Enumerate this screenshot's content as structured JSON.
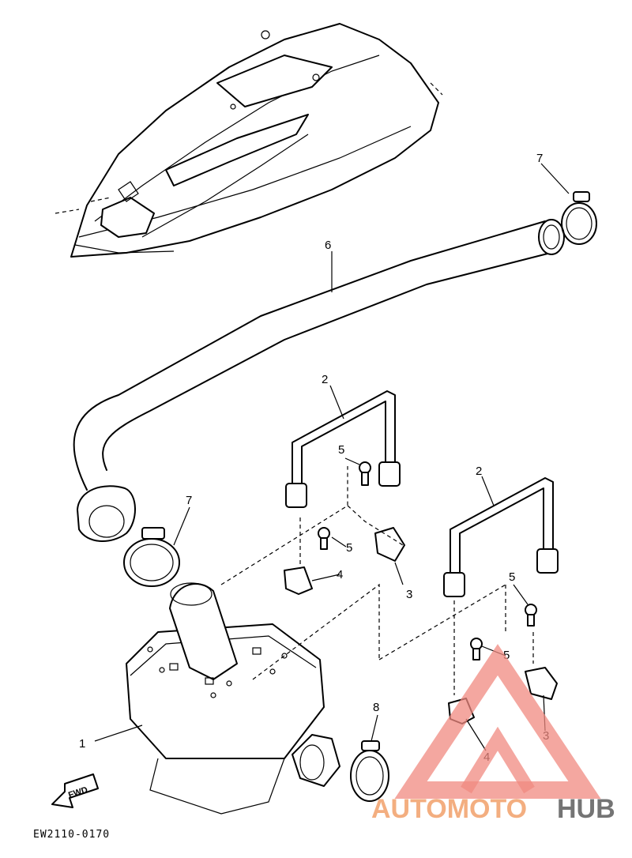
{
  "diagram": {
    "reference_code": "EW2110-0170",
    "fwd_arrow_label": "FWD",
    "labels": [
      {
        "id": "1",
        "text": "1"
      },
      {
        "id": "2a",
        "text": "2"
      },
      {
        "id": "2b",
        "text": "2"
      },
      {
        "id": "3a",
        "text": "3"
      },
      {
        "id": "3b",
        "text": "3"
      },
      {
        "id": "4a",
        "text": "4"
      },
      {
        "id": "4b",
        "text": "4"
      },
      {
        "id": "5a",
        "text": "5"
      },
      {
        "id": "5b",
        "text": "5"
      },
      {
        "id": "5c",
        "text": "5"
      },
      {
        "id": "5d",
        "text": "5"
      },
      {
        "id": "6",
        "text": "6"
      },
      {
        "id": "7a",
        "text": "7"
      },
      {
        "id": "7b",
        "text": "7"
      },
      {
        "id": "8",
        "text": "8"
      }
    ]
  },
  "watermark": {
    "part1": "AUTOMOTO",
    "part2": "HUB",
    "color_primary": "#f2a06a",
    "color_secondary": "#666666"
  }
}
